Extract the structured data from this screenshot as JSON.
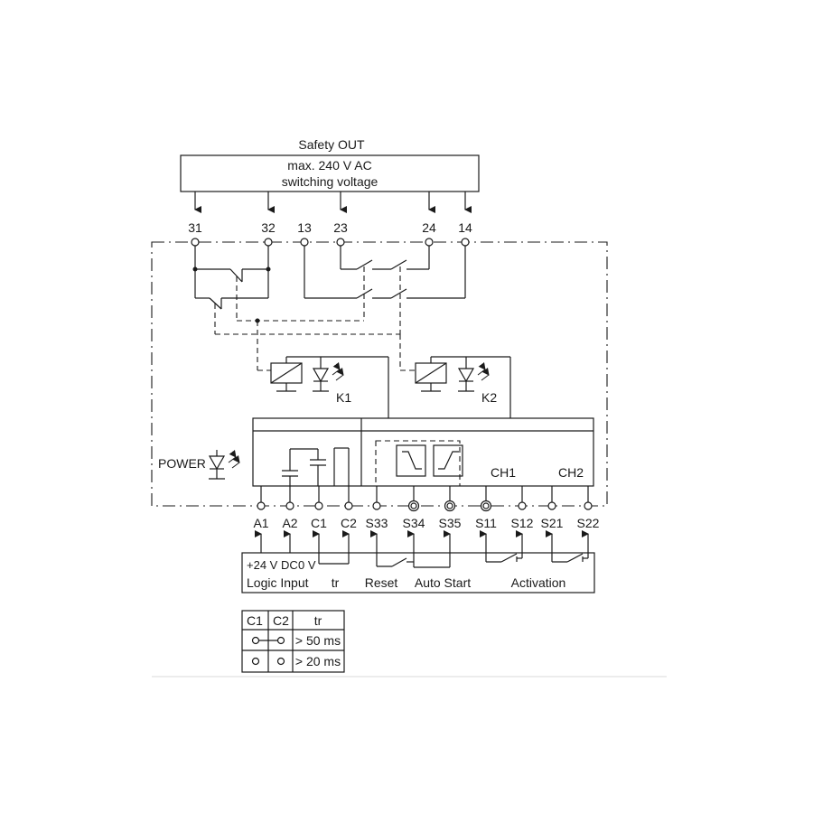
{
  "header": {
    "safety_out": "Safety OUT",
    "max_voltage": "max. 240 V AC",
    "switching_voltage": "switching voltage"
  },
  "top_terminals": [
    "31",
    "32",
    "13",
    "23",
    "24",
    "14"
  ],
  "relays": {
    "k1": "K1",
    "k2": "K2"
  },
  "power_label": "POWER",
  "channels": {
    "ch1": "CH1",
    "ch2": "CH2"
  },
  "bottom_terminals": [
    "A1",
    "A2",
    "C1",
    "C2",
    "S33",
    "S34",
    "S35",
    "S11",
    "S12",
    "S21",
    "S22"
  ],
  "input_box": {
    "supply_plus": "+24 V DC",
    "supply_zero": "0 V",
    "logic_input": "Logic Input",
    "tr": "tr",
    "reset": "Reset",
    "auto_start": "Auto Start",
    "activation": "Activation"
  },
  "timing_table": {
    "headers": [
      "C1",
      "C2",
      "tr"
    ],
    "rows": [
      {
        "tr": "> 50 ms"
      },
      {
        "tr": "> 20 ms"
      }
    ]
  }
}
